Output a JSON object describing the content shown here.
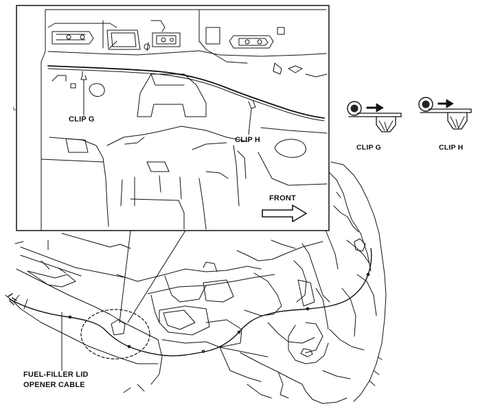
{
  "labels": {
    "clip_g_inset": "CLIP G",
    "clip_h_inset": "CLIP H",
    "front": "FRONT",
    "clip_g_detail": "CLIP G",
    "clip_h_detail": "CLIP H",
    "cable_line1": "FUEL-FILLER LID",
    "cable_line2": "OPENER CABLE"
  },
  "colors": {
    "line": "#111111",
    "clip_head": "#222222",
    "arrow": "#111111",
    "background": "#ffffff"
  },
  "icons": {
    "front_arrow": "hollow-right-arrow",
    "clip_g": "push-clip-icon",
    "clip_h": "push-clip-icon"
  }
}
